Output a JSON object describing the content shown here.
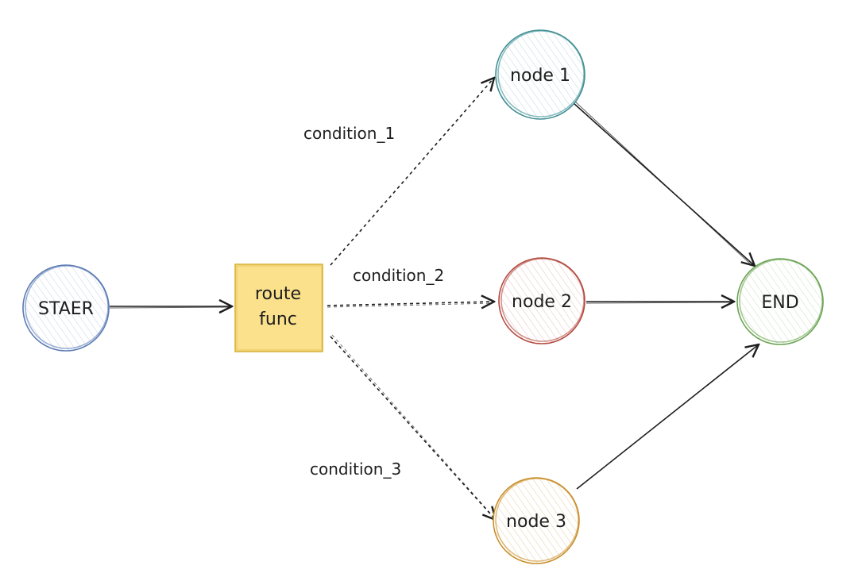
{
  "diagram": {
    "nodes": {
      "start": {
        "label": "STAER",
        "stroke": "#5b7bb4",
        "fill": "#dbe3f2"
      },
      "route": {
        "label_line1": "route",
        "label_line2": "func",
        "stroke": "#d9b23a",
        "fill": "#fbe18c"
      },
      "node1": {
        "label": "node 1",
        "stroke": "#3f8f95",
        "fill": "#cfe6e6"
      },
      "node2": {
        "label": "node 2",
        "stroke": "#b34a3f",
        "fill": "#f1d0cb"
      },
      "node3": {
        "label": "node 3",
        "stroke": "#c98f2b",
        "fill": "#f2dcb0"
      },
      "end": {
        "label": "END",
        "stroke": "#6aa352",
        "fill": "#d6ebcb"
      }
    },
    "edges": {
      "condition_1": "condition_1",
      "condition_2": "condition_2",
      "condition_3": "condition_3"
    },
    "colors": {
      "line": "#1e1e1e"
    }
  }
}
